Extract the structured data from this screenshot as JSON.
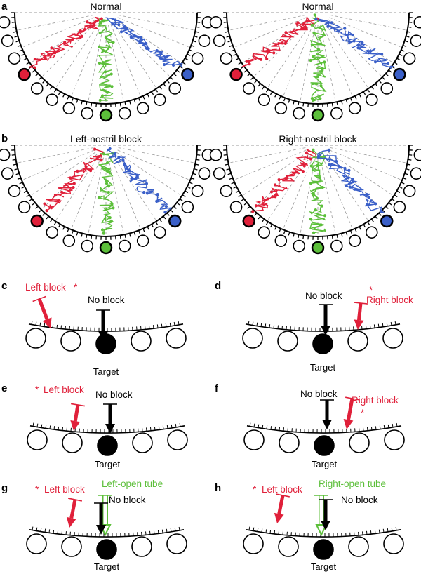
{
  "colors": {
    "red": "#e0203a",
    "green": "#5cbf3a",
    "blue": "#3a5fc8",
    "black": "#000000",
    "dashes": "#9a9a9a"
  },
  "panel_labels": [
    "a",
    "b",
    "c",
    "d",
    "e",
    "f",
    "g",
    "h"
  ],
  "arenas": [
    {
      "title": "Normal"
    },
    {
      "title": "Normal"
    },
    {
      "title": "Left-nostril block"
    },
    {
      "title": "Right-nostril block"
    }
  ],
  "schematics": [
    {
      "label_red": "Left block",
      "label_black": "No block",
      "label_target": "Target",
      "star": "*"
    },
    {
      "label_red": "Right block",
      "label_black": "No block",
      "label_target": "Target",
      "star": "*"
    },
    {
      "label_red": "Left block",
      "label_black": "No block",
      "label_target": "Target",
      "star": "*"
    },
    {
      "label_red": "Right block",
      "label_black": "No block",
      "label_target": "Target",
      "star": "*"
    },
    {
      "label_red": "Left block",
      "label_black": "No block",
      "label_green": "Left-open tube",
      "label_target": "Target",
      "star": "*"
    },
    {
      "label_red": "Left block",
      "label_black": "No block",
      "label_green": "Right-open tube",
      "label_target": "Target",
      "star": "*"
    }
  ]
}
